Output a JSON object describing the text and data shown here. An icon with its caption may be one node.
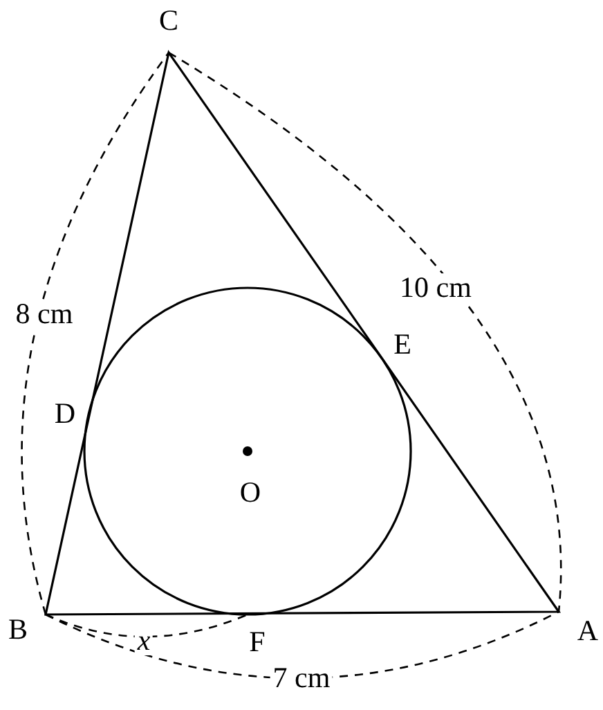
{
  "diagram": {
    "labels": [
      "C",
      "10 cm",
      "E",
      "8 cm",
      "D",
      "O",
      "B",
      "x",
      "F",
      "A",
      "7 cm"
    ]
  }
}
